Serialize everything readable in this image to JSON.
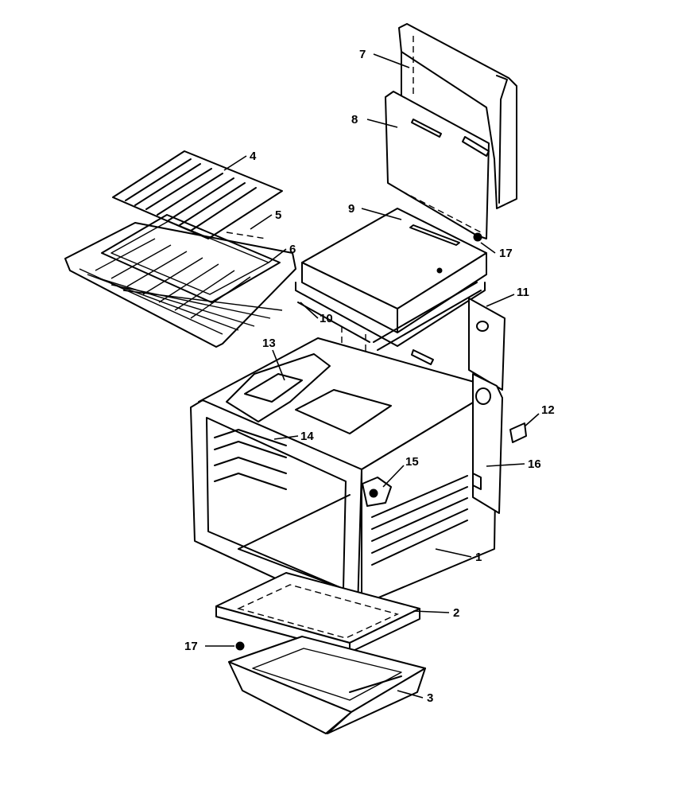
{
  "callouts": {
    "c1": "1",
    "c2": "2",
    "c3": "3",
    "c4": "4",
    "c5": "5",
    "c6": "6",
    "c7": "7",
    "c8": "8",
    "c9": "9",
    "c10": "10",
    "c11": "11",
    "c12": "12",
    "c13": "13",
    "c14": "14",
    "c15": "15",
    "c16": "16",
    "c17a": "17",
    "c17b": "17"
  },
  "colors": {
    "ink": "#000000",
    "paper": "#ffffff"
  }
}
